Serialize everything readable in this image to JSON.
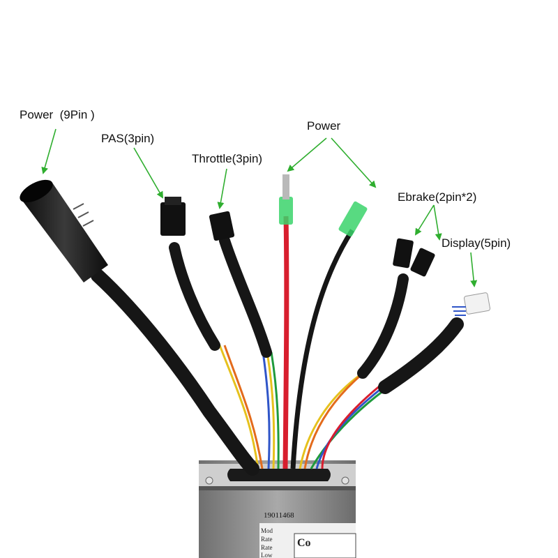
{
  "labels": {
    "power_9pin": "Power  (9Pin )",
    "pas": "PAS(3pin)",
    "throttle": "Throttle(3pin)",
    "power": "Power",
    "ebrake": "Ebrake(2pin*2)",
    "display": "Display(5pin)"
  },
  "controller": {
    "serial": "19011468",
    "label_fragments": [
      "Co",
      "Mod",
      "Rate",
      "Rate",
      "Low"
    ]
  },
  "colors": {
    "arrow": "#2fae2f",
    "cable": "#161616",
    "red_wire": "#d81e2e",
    "housing": "#8a8a8a"
  }
}
